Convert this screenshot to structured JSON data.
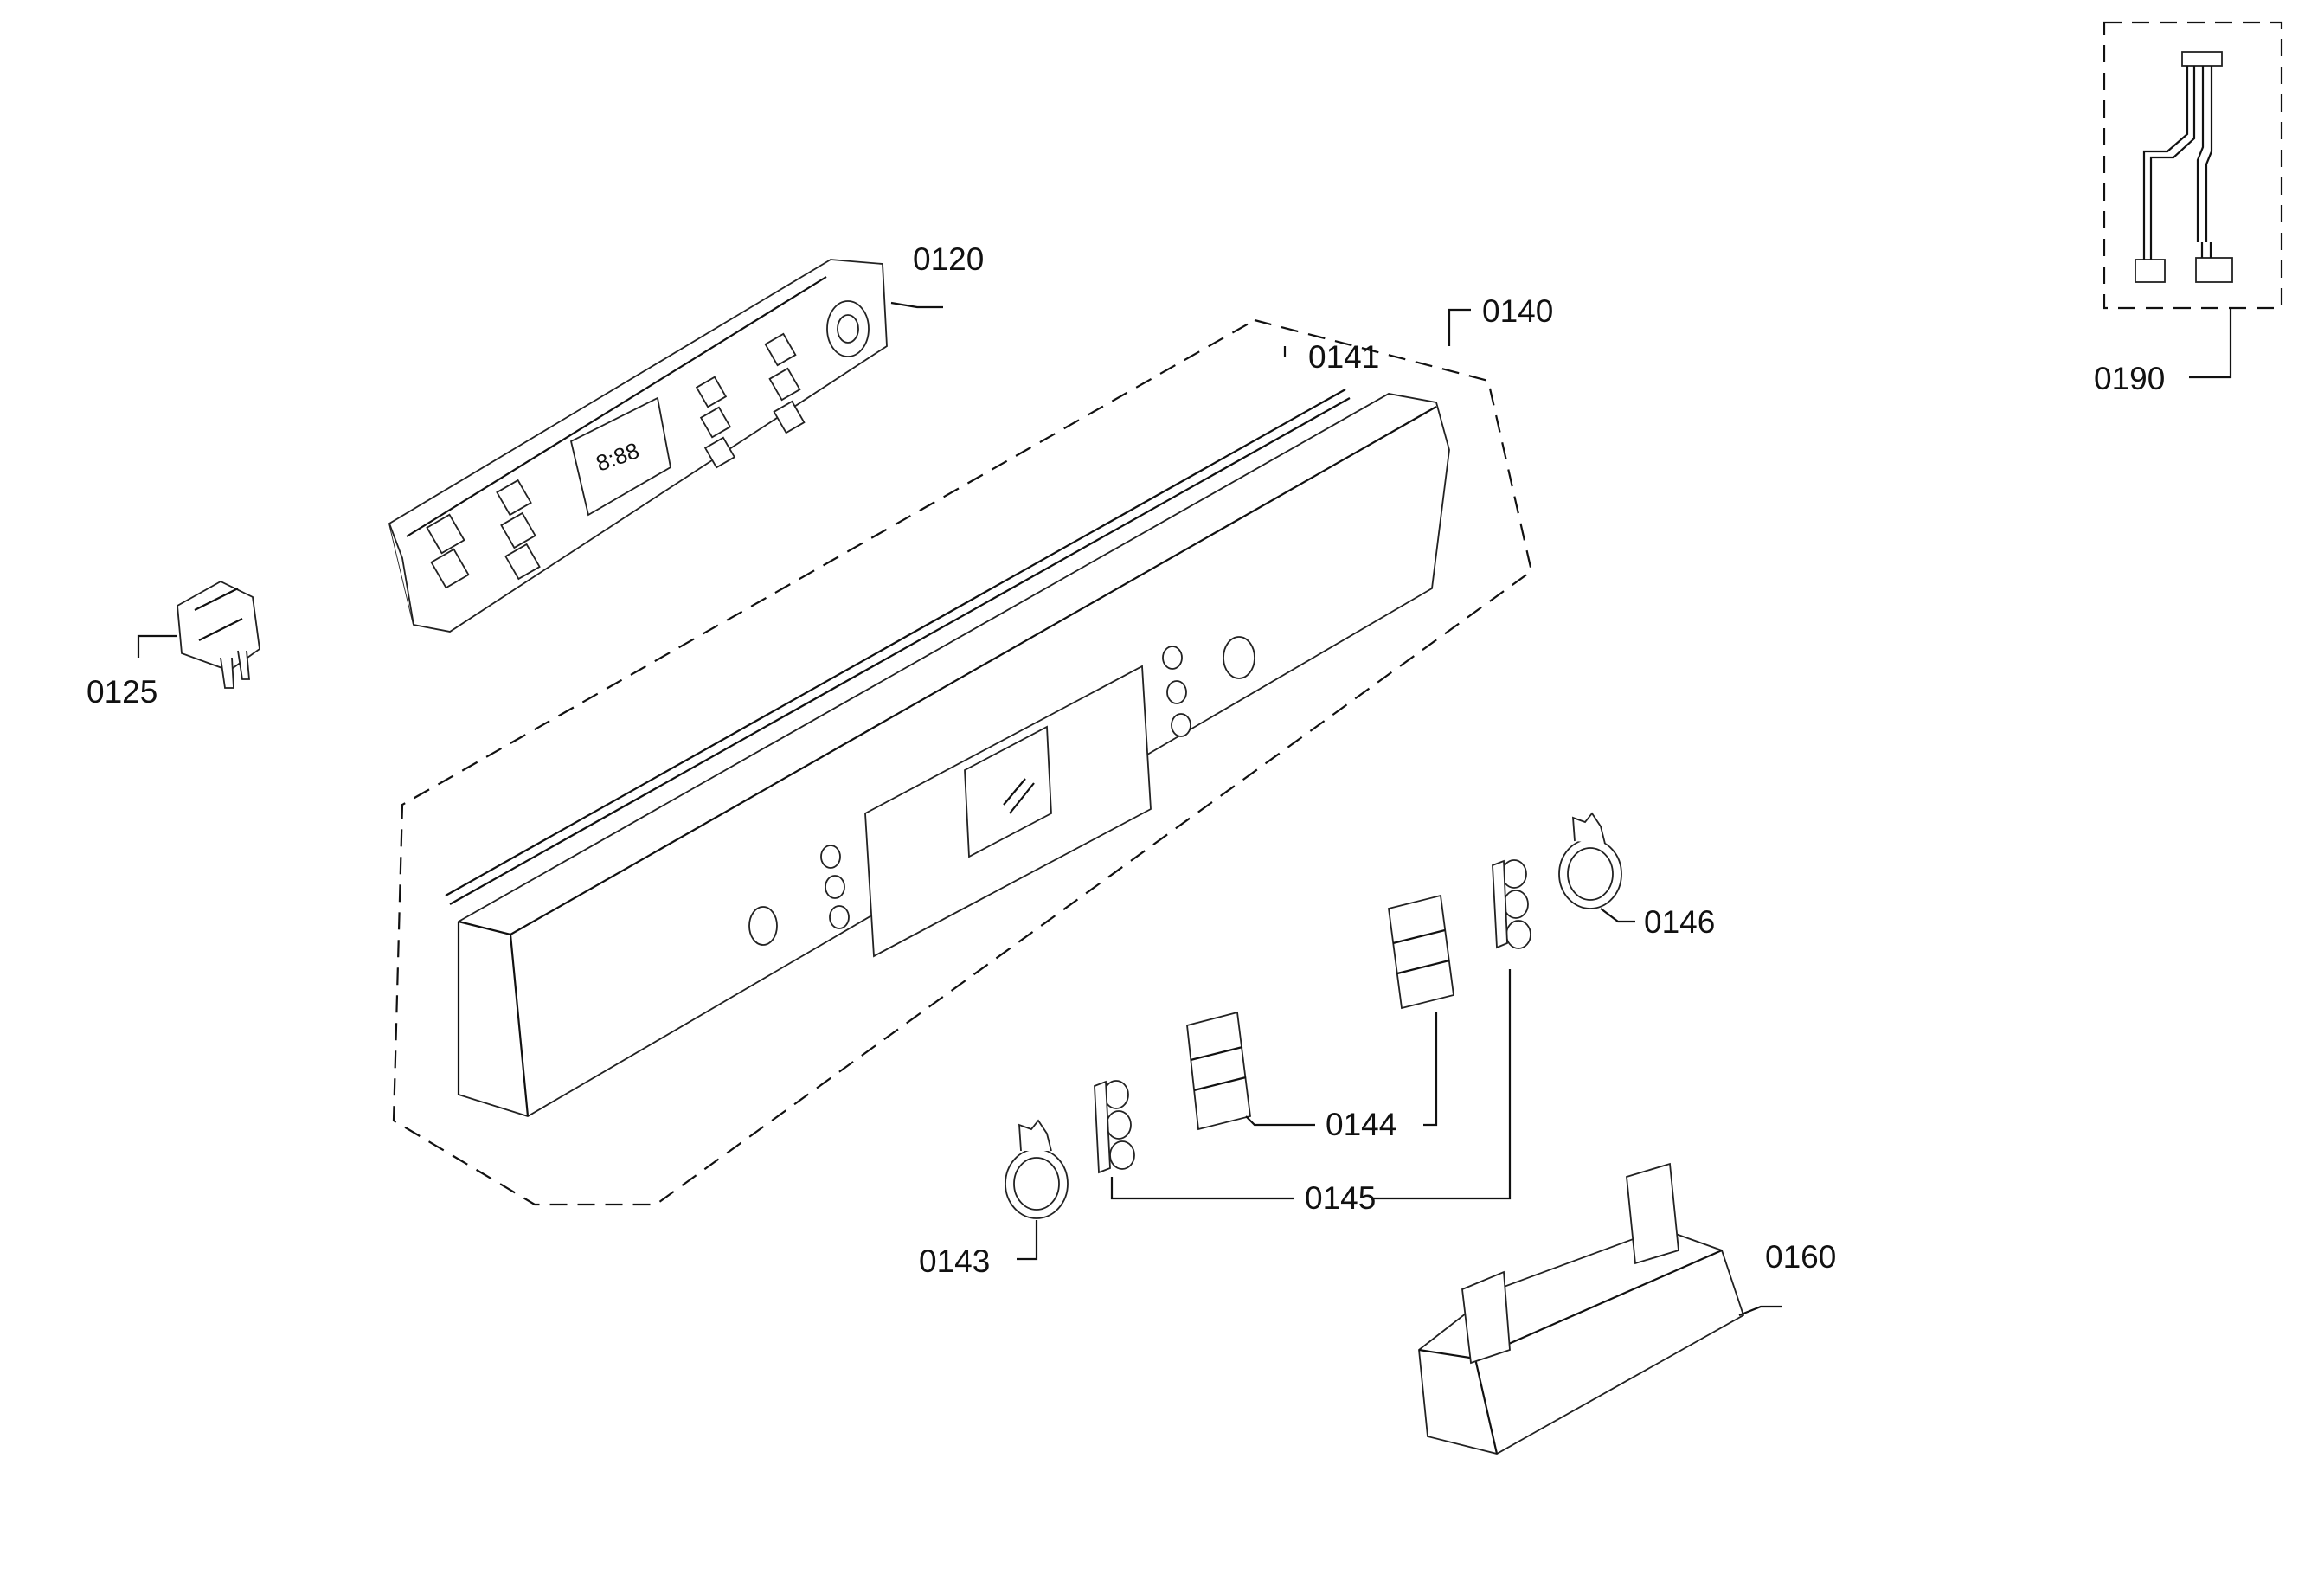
{
  "callouts": {
    "c0120": "0120",
    "c0125": "0125",
    "c0140": "0140",
    "c0141": "0141",
    "c0143": "0143",
    "c0144": "0144",
    "c0145": "0145",
    "c0146": "0146",
    "c0160": "0160",
    "c0190": "0190"
  },
  "display_readout": "8:88",
  "colors": {
    "line": "#111111",
    "background": "#ffffff"
  }
}
